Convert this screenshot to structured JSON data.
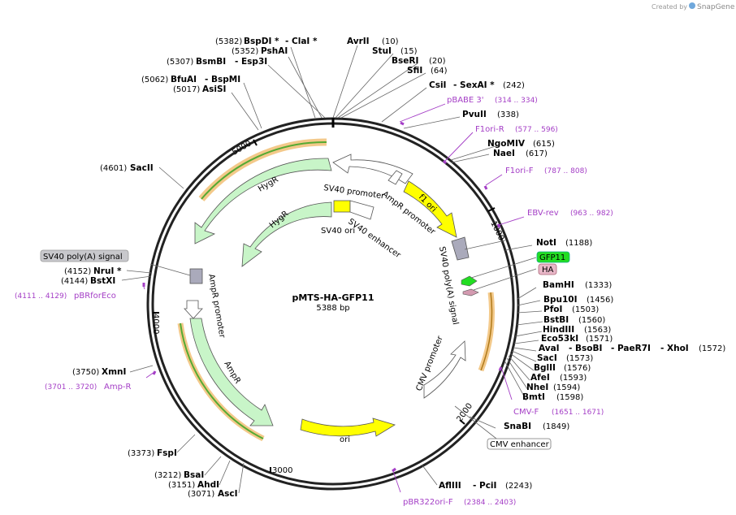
{
  "watermark": {
    "prefix": "Created by",
    "brand": "SnapGene"
  },
  "plasmid": {
    "name": "pMTS-HA-GFP11",
    "size": "5388 bp"
  },
  "ticks": {
    "t1000": "1000",
    "t2000": "2000",
    "t3000": "3000",
    "t4000": "4000",
    "t5000": "5000"
  },
  "features": {
    "fori": "f1 ori",
    "sv40_promoter": "SV40 promoter",
    "ampr_promoter_top": "AmpR promoter",
    "hygr_outer": "HygR",
    "hygr_inner": "HygR",
    "sv40_ori": "SV40 ori",
    "sv40_enhancer": "SV40 enhancer",
    "sv40_polya": "SV40 poly(A) signal",
    "ampr_promoter_left": "AmpR promoter",
    "ampr": "AmpR",
    "ori": "ori",
    "cmv_promoter": "CMV promoter"
  },
  "boxes": {
    "sv40_polya_left": "SV40 poly(A) signal",
    "gfp11": "GFP11",
    "ha": "HA",
    "cmv_enhancer": "CMV enhancer"
  },
  "sites": {
    "bspdi_pos": "(5382)",
    "bspdi": "BspDI *",
    "clai": "- ClaI *",
    "pshai_pos": "(5352)",
    "pshai": "PshAI",
    "bsmbi_pos": "(5307)",
    "bsmbi": "BsmBI",
    "esp3i": "- Esp3I",
    "bfuai_pos": "(5062)",
    "bfuai": "BfuAI",
    "bspmi": "- BspMI",
    "asisi_pos": "(5017)",
    "asisi": "AsiSI",
    "avrii": "AvrII",
    "avrii_pos": "(10)",
    "stui": "StuI",
    "stui_pos": "(15)",
    "bseri": "BseRI",
    "bseri_pos": "(20)",
    "sfii": "SfiI",
    "sfii_pos": "(64)",
    "csii": "CsiI",
    "sexai": "- SexAI *",
    "csii_pos": "(242)",
    "pvuii": "PvuII",
    "pvuii_pos": "(338)",
    "ngomiv": "NgoMIV",
    "ngomiv_pos": "(615)",
    "naei": "NaeI",
    "naei_pos": "(617)",
    "noti": "NotI",
    "noti_pos": "(1188)",
    "bamhi": "BamHI",
    "bamhi_pos": "(1333)",
    "bpu10i": "Bpu10I",
    "bpu10i_pos": "(1456)",
    "pfoi": "PfoI",
    "pfoi_pos": "(1503)",
    "bstbi": "BstBI",
    "bstbi_pos": "(1560)",
    "hindiii": "HindIII",
    "hindiii_pos": "(1563)",
    "eco53ki": "Eco53kI",
    "eco53ki_pos": "(1571)",
    "avai": "AvaI",
    "bsobi": "- BsoBI",
    "paer7i": "- PaeR7I",
    "xhoi": "- XhoI",
    "avai_pos": "(1572)",
    "saci": "SacI",
    "saci_pos": "(1573)",
    "bglii": "BglII",
    "bglii_pos": "(1576)",
    "afei": "AfeI",
    "afei_pos": "(1593)",
    "nhei": "NheI",
    "nhei_pos": "(1594)",
    "bmti": "BmtI",
    "bmti_pos": "(1598)",
    "snabi": "SnaBI",
    "snabi_pos": "(1849)",
    "aflii": "AflIII",
    "pcii": "- PciI",
    "aflii_pos": "(2243)",
    "sacii_pos": "(4601)",
    "sacii": "SacII",
    "nrui_pos": "(4152)",
    "nrui": "NruI *",
    "bstxi_pos": "(4144)",
    "bstxi": "BstXI",
    "xmni_pos": "(3750)",
    "xmni": "XmnI",
    "fspi_pos": "(3373)",
    "fspi": "FspI",
    "bsai_pos": "(3212)",
    "bsai": "BsaI",
    "ahdi_pos": "(3151)",
    "ahdi": "AhdI",
    "asci_pos": "(3071)",
    "asci": "AscI"
  },
  "primers": {
    "pbabe3": "pBABE 3'",
    "pbabe3_pos": "(314 .. 334)",
    "f1orir": "F1ori-R",
    "f1orir_pos": "(577 .. 596)",
    "f1orif": "F1ori-F",
    "f1orif_pos": "(787 .. 808)",
    "ebvrev": "EBV-rev",
    "ebvrev_pos": "(963 .. 982)",
    "cmvf": "CMV-F",
    "cmvf_pos": "(1651 .. 1671)",
    "pbr322": "pBR322ori-F",
    "pbr322_pos": "(2384 .. 2403)",
    "pbrforeco_pos": "(4111 .. 4129)",
    "pbrforeco": "pBRforEco",
    "ampr_pos": "(3701 .. 3720)",
    "ampr": "Amp-R"
  },
  "colors": {
    "backbone": "#222222",
    "resistance": "#c8f5c8",
    "ori": "#ffff00",
    "primer": "#a43ec6",
    "highlight": "#f3c98a"
  }
}
